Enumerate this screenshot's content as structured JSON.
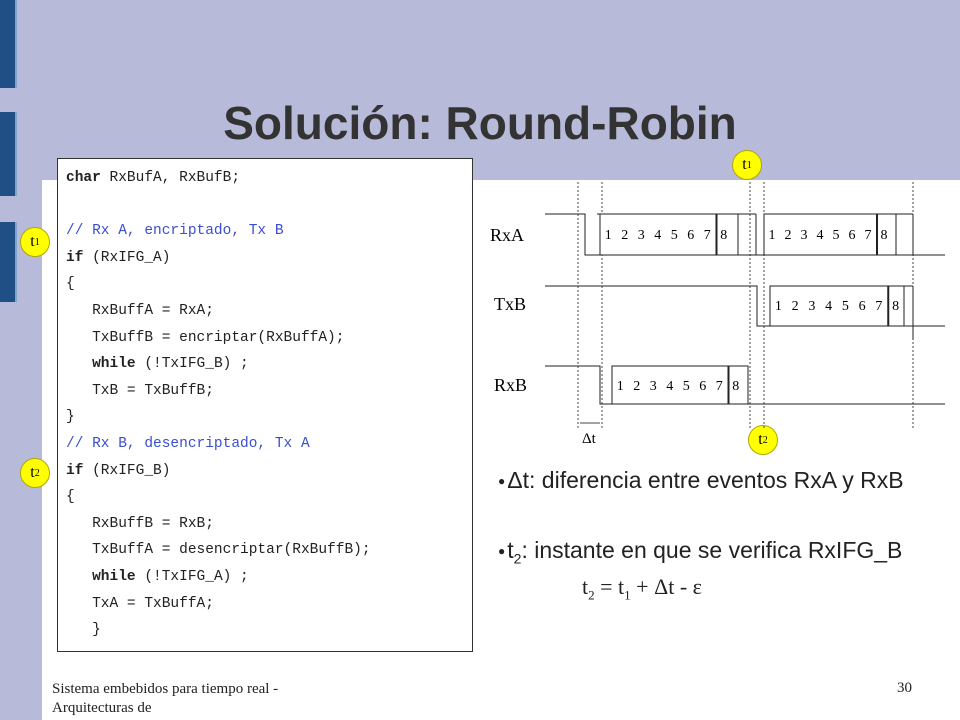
{
  "slide": {
    "title": "Solución: Round-Robin",
    "page_number": "30",
    "footer": "Sistema embebidos para tiempo real - Arquitecturas de"
  },
  "code": {
    "lines": [
      {
        "kw": "char",
        "text": " RxBufA, RxBufB;",
        "type": "code"
      },
      {
        "kw": "",
        "text": "",
        "type": "blank"
      },
      {
        "kw": "",
        "text": "// Rx A, encriptado, Tx B",
        "type": "comment"
      },
      {
        "kw": "if",
        "text": " (RxIFG_A)",
        "type": "code"
      },
      {
        "kw": "",
        "text": "{",
        "type": "code"
      },
      {
        "kw": "",
        "text": "   RxBuffA = RxA;",
        "type": "code"
      },
      {
        "kw": "",
        "text": "   TxBuffB = encriptar(RxBuffA);",
        "type": "code"
      },
      {
        "kw": "   while",
        "text": " (!TxIFG_B) ;",
        "type": "code"
      },
      {
        "kw": "",
        "text": "   TxB = TxBuffB;",
        "type": "code"
      },
      {
        "kw": "",
        "text": "}",
        "type": "code"
      },
      {
        "kw": "",
        "text": "// Rx B, desencriptado, Tx A",
        "type": "comment"
      },
      {
        "kw": "if",
        "text": " (RxIFG_B)",
        "type": "code"
      },
      {
        "kw": "",
        "text": "{",
        "type": "code"
      },
      {
        "kw": "",
        "text": "   RxBuffB = RxB;",
        "type": "code"
      },
      {
        "kw": "",
        "text": "   TxBuffA = desencriptar(RxBuffB);",
        "type": "code"
      },
      {
        "kw": "   while",
        "text": " (!TxIFG_A) ;",
        "type": "code"
      },
      {
        "kw": "",
        "text": "   TxA = TxBuffA;",
        "type": "code"
      },
      {
        "kw": "",
        "text": "   }",
        "type": "code"
      }
    ]
  },
  "markers": {
    "t1": {
      "base": "t",
      "sub": "1"
    },
    "t2": {
      "base": "t",
      "sub": "2"
    }
  },
  "timing": {
    "signals": {
      "rxa": "RxA",
      "txb": "TxB",
      "rxb": "RxB"
    },
    "bit_labels": [
      "1",
      "2",
      "3",
      "4",
      "5",
      "6",
      "7",
      "8"
    ],
    "delta_label": "Δt"
  },
  "bullets": {
    "b1_symbol": "Δ",
    "b1_text": "t: diferencia entre eventos RxA y RxB",
    "b2_base": "t",
    "b2_sub": "2",
    "b2_text": ": instante en que se verifica RxIFG_B"
  },
  "formula": {
    "lhs_base": "t",
    "lhs_sub": "2",
    "eq": " = ",
    "t_base": "t",
    "t_sub": "1",
    "rest": " + Δt - ε"
  },
  "colors": {
    "band": "#b7bad9",
    "side_bar": "#1f4f84",
    "marker": "#ffff00",
    "comment": "#3a4fd0"
  }
}
